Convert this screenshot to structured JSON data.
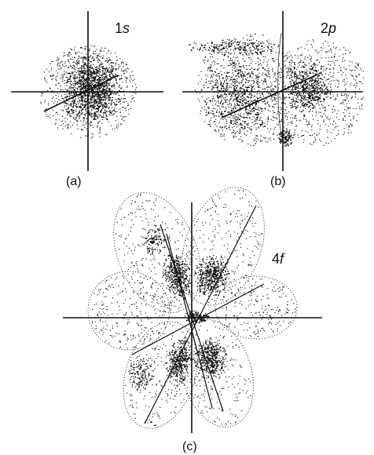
{
  "figure": {
    "panels": [
      {
        "id": "a",
        "orbital": {
          "number": "1",
          "letter": "s"
        },
        "caption": "(a)"
      },
      {
        "id": "b",
        "orbital": {
          "number": "2",
          "letter": "p"
        },
        "caption": "(b)"
      },
      {
        "id": "c",
        "orbital": {
          "number": "4",
          "letter": "f"
        },
        "caption": "(c)"
      }
    ]
  },
  "colors": {
    "ink": "#111111",
    "paper": "#ffffff"
  }
}
